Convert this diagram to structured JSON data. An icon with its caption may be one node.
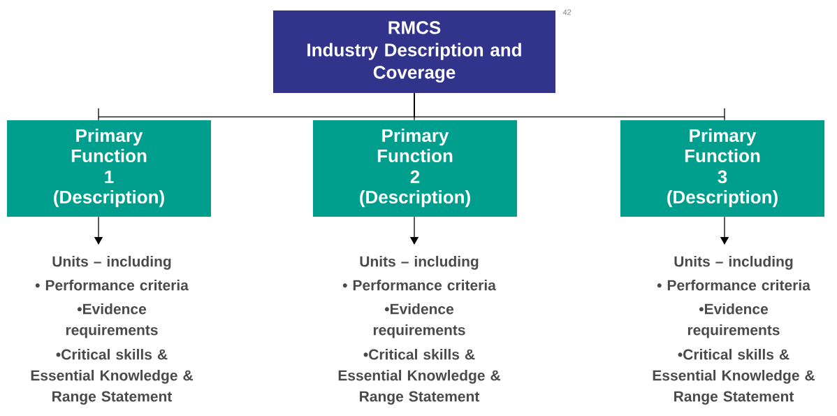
{
  "diagram": {
    "nodes": [
      {
        "text": [
          "RMCS",
          "Industry Description and Coverage"
        ]
      },
      {
        "text": [
          "Primary Function",
          "1",
          "(Description)"
        ]
      },
      {
        "text": [
          "Primary Function",
          "2",
          "(Description)"
        ]
      },
      {
        "text": [
          "Primary Function",
          "3",
          "(Description)"
        ]
      },
      {
        "text": [
          "Units – including",
          "• Performance criteria",
          "•Evidence requirements",
          "•Critical skills & Essential Knowledge & Range Statement"
        ]
      },
      {
        "text": [
          "Units – including",
          "• Performance criteria",
          "•Evidence requirements",
          "•Critical skills & Essential Knowledge & Range Statement"
        ]
      },
      {
        "text": [
          "Units – including",
          "• Performance criteria",
          "•Evidence requirements",
          "•Critical skills & Essential Knowledge & Range Statement"
        ]
      }
    ],
    "edges": [
      {
        "from": 0,
        "to": 1,
        "arrow": "none"
      },
      {
        "from": 0,
        "to": 2,
        "arrow": "none"
      },
      {
        "from": 0,
        "to": 3,
        "arrow": "none"
      },
      {
        "from": 1,
        "to": 4,
        "arrow": "to"
      },
      {
        "from": 2,
        "to": 5,
        "arrow": "to"
      },
      {
        "from": 3,
        "to": 6,
        "arrow": "to"
      }
    ],
    "labels": [
      "42"
    ]
  }
}
